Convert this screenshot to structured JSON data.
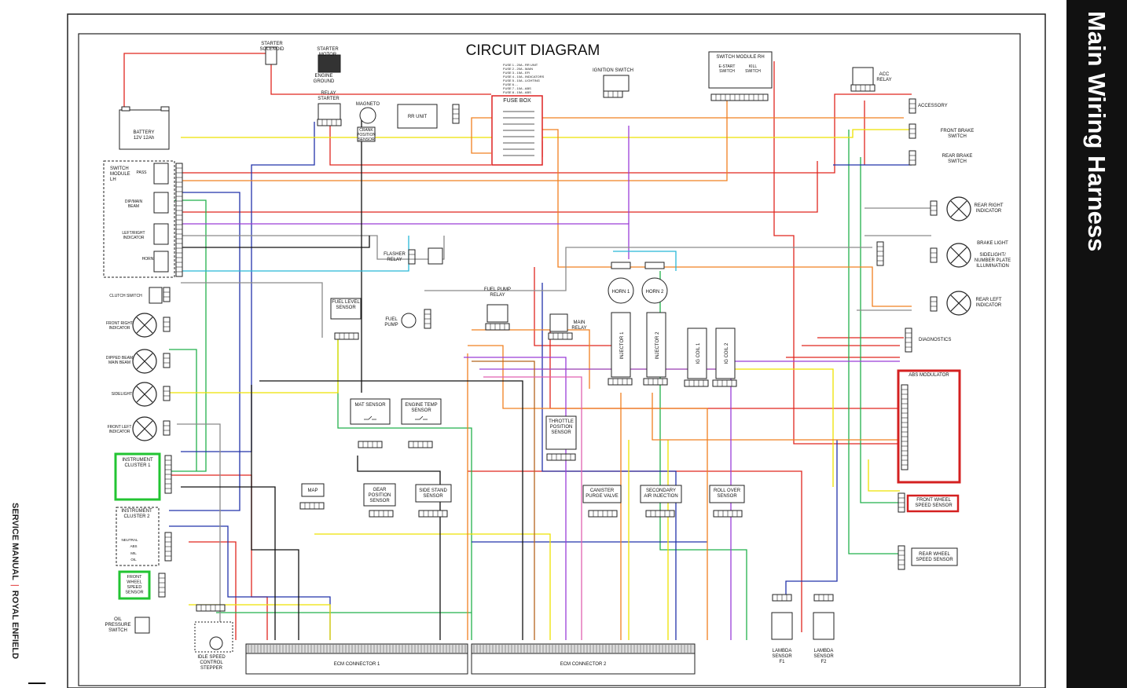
{
  "title": "CIRCUIT DIAGRAM",
  "side_title": "Main Wiring Harness",
  "footer": {
    "left": "SERVICE MANUAL",
    "right": "ROYAL ENFIELD"
  },
  "fuse_table": [
    "FUSE 1 - 20A - RR UNIT",
    "FUSE 2 - 20A - MAIN",
    "FUSE 3 - 15A - EFI",
    "FUSE 4 - 10A - INDICATORS",
    "FUSE 5 - 10A - LIGHTING",
    "FUSE 6 - -",
    "FUSE 7 - 10A - ABS",
    "FUSE 8 - 15A - ABS"
  ],
  "labels": {
    "starter_solenoid": [
      "STARTER",
      "SOLENOID"
    ],
    "starter_motor": [
      "STARTER",
      "MOTOR"
    ],
    "engine_ground": [
      "ENGINE",
      "GROUND"
    ],
    "battery": [
      "BATTERY",
      "12V  12Ah"
    ],
    "relay_starter": [
      "RELAY",
      "STARTER"
    ],
    "magneto": [
      "MAGNETO"
    ],
    "crank_sensor": [
      "CRANK",
      "POSITION",
      "SENSOR"
    ],
    "rr_unit": [
      "RR UNIT"
    ],
    "fuse_box": [
      "FUSE BOX"
    ],
    "ignition_switch": [
      "IGNITION SWITCH"
    ],
    "switch_module_rh": [
      "SWITCH MODULE RH"
    ],
    "e_start_switch": [
      "E-START",
      "SWITCH"
    ],
    "kill_switch": [
      "KILL",
      "SWITCH"
    ],
    "acc_relay": [
      "ACC",
      "RELAY"
    ],
    "accessory": [
      "ACCESSORY"
    ],
    "front_brake_switch": [
      "FRONT BRAKE",
      "SWITCH"
    ],
    "rear_brake_switch": [
      "REAR  BRAKE",
      "SWITCH"
    ],
    "rear_right_indicator": [
      "REAR  RIGHT",
      "INDICATOR"
    ],
    "brake_light": [
      "BRAKE LIGHT"
    ],
    "sidelight_plate": [
      "SIDELIGHT/",
      "NUMBER PLATE",
      "ILLUMINATION"
    ],
    "rear_left_indicator": [
      "REAR  LEFT",
      "INDICATOR"
    ],
    "diagnostics": [
      "DIAGNOSTICS"
    ],
    "abs_modulator": [
      "ABS MODULATOR"
    ],
    "front_wheel_speed_right": [
      "FRONT WHEEL",
      "SPEED SENSOR"
    ],
    "rear_wheel_speed": [
      "REAR  WHEEL",
      "SPEED SENSOR"
    ],
    "switch_module_lh": [
      "SWITCH",
      "MODULE",
      "LH"
    ],
    "pass": [
      "PASS"
    ],
    "dip_main": [
      "DIP/MAIN",
      "BEAM"
    ],
    "left_right_ind": [
      "LEFT/RIGHT",
      "INDICATOR"
    ],
    "horn_sw": [
      "HORN"
    ],
    "clutch_switch": [
      "CLUTCH SWITCH"
    ],
    "front_right_indicator": [
      "FRONT RIGHT",
      "INDICATOR"
    ],
    "dipped_main_beam": [
      "DIPPED BEAM",
      "MAIN BEAM"
    ],
    "sidelight": [
      "SIDELIGHT"
    ],
    "front_left_indicator": [
      "FRONT LEFT",
      "INDICATOR"
    ],
    "instrument_cluster_1": [
      "INSTRUMENT",
      "CLUSTER 1"
    ],
    "instrument_cluster_2": [
      "INSTRUMENT",
      "CLUSTER 2"
    ],
    "neutral": [
      "NEUTRAL"
    ],
    "abs_lamp": [
      "ABS"
    ],
    "mil": [
      "MIL"
    ],
    "oil": [
      "OIL"
    ],
    "front_wheel_speed_left": [
      "FRONT",
      "WHEEL",
      "SPEED",
      "SENSOR"
    ],
    "oil_pressure_switch": [
      "OIL",
      "PRESSURE",
      "SWITCH"
    ],
    "idle_speed_stepper": [
      "IDLE SPEED",
      "CONTROL",
      "STEPPER"
    ],
    "flasher_relay": [
      "FLASHER",
      "RELAY"
    ],
    "fuel_level_sensor": [
      "FUEL LEVEL",
      "SENSOR"
    ],
    "fuel_pump": [
      "FUEL",
      "PUMP"
    ],
    "fuel_pump_relay": [
      "FUEL PUMP",
      "RELAY"
    ],
    "main_relay": [
      "MAIN",
      "RELAY"
    ],
    "horn_1": [
      "HORN  1"
    ],
    "horn_2": [
      "HORN  2"
    ],
    "injector_1": [
      "INJECTOR  1"
    ],
    "injector_2": [
      "INJECTOR  2"
    ],
    "ig_coil_1": [
      "IG COIL  1"
    ],
    "ig_coil_2": [
      "IG COIL  2"
    ],
    "mat_sensor": [
      "MAT SENSOR"
    ],
    "engine_temp_sensor": [
      "ENGINE TEMP",
      "SENSOR"
    ],
    "throttle_position_sensor": [
      "THROTTLE",
      "POSITION",
      "SENSOR"
    ],
    "map": [
      "MAP"
    ],
    "gear_position_sensor": [
      "GEAR",
      "POSITION",
      "SENSOR"
    ],
    "side_stand_sensor": [
      "SIDE STAND",
      "SENSOR"
    ],
    "canister_purge_valve": [
      "CANISTER",
      "PURGE VALVE"
    ],
    "secondary_air_injection": [
      "SECONDARY",
      "AIR INJECTION"
    ],
    "roll_over_sensor": [
      "ROLL OVER",
      "SENSOR"
    ],
    "lambda_f1": [
      "LAMBDA",
      "SENSOR",
      "F1"
    ],
    "lambda_f2": [
      "LAMBDA",
      "SENSOR",
      "F2"
    ],
    "ecm_connector_1": [
      "ECM CONNECTOR  1"
    ],
    "ecm_connector_2": [
      "ECM CONNECTOR  2"
    ]
  },
  "colors": {
    "red": "#e0261f",
    "green": "#22b14c",
    "blue": "#2233aa",
    "yellow": "#ede200",
    "orange": "#f08020",
    "purple": "#9a3ed8",
    "grey": "#8a8a8a",
    "black": "#111111",
    "brown": "#b5651d",
    "cyan": "#28b8d8",
    "pink": "#e060b0",
    "highlight_red": "#d42020",
    "highlight_green": "#22c432"
  }
}
